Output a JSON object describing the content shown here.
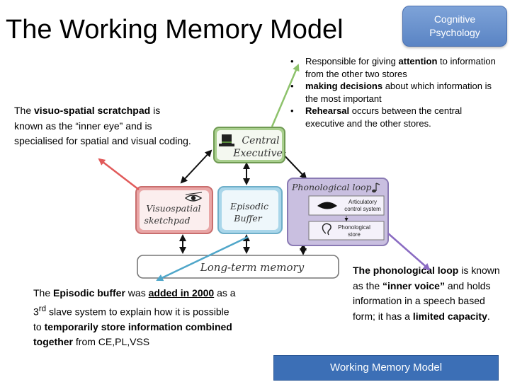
{
  "title": "The Working Memory Model",
  "badge": {
    "line1": "Cognitive",
    "line2": "Psychology"
  },
  "central_executive_notes": [
    {
      "bold": "",
      "pre": "Responsible for giving ",
      "b": "attention",
      "post": " to information from the other two stores"
    },
    {
      "bold": "",
      "pre": "",
      "b": "making decisions",
      "post": " about which information is the most important"
    },
    {
      "bold": "",
      "pre": "",
      "b": "Rehearsal",
      "post": " occurs between the central executive and the other stores."
    }
  ],
  "vss_note": {
    "pre": "The ",
    "b": "visuo-spatial scratchpad",
    "post": " is known as the “inner eye” and is specialised for spatial and visual coding."
  },
  "eb_note": {
    "t1": "The ",
    "b1": "Episodic buffer",
    "t2": " was ",
    "bu": "added in 2000",
    "t3": " as a 3",
    "sup": "rd",
    "t4": " slave system to explain how it is possible to ",
    "b2": "temporarily store information combined together",
    "t5": " from CE,PL,VSS"
  },
  "pl_note": {
    "b1": "The phonological loop",
    "t1": " is known as the ",
    "b2": "“inner voice”",
    "t2": " and holds information in a speech based form; it has a ",
    "b3": "limited capacity",
    "t3": "."
  },
  "diagram": {
    "central_executive": {
      "line1": "Central",
      "line2": "Executive"
    },
    "visuospatial": {
      "line1": "Visuospatial",
      "line2": "sketchpad"
    },
    "episodic": {
      "line1": "Episodic",
      "line2": "Buffer"
    },
    "phonological_loop": "Phonological loop",
    "articulatory": {
      "line1": "Articulatory",
      "line2": "control system"
    },
    "phonological_store": {
      "line1": "Phonological",
      "line2": "store"
    },
    "long_term": "Long-term memory"
  },
  "footer": "Working Memory Model",
  "colors": {
    "accent_blue": "#3c6fb6",
    "ce_green": "#a9cf8e",
    "vss_red": "#e9a6a6",
    "eb_blue": "#a9d6ea",
    "pl_purple": "#c9bfe0"
  }
}
